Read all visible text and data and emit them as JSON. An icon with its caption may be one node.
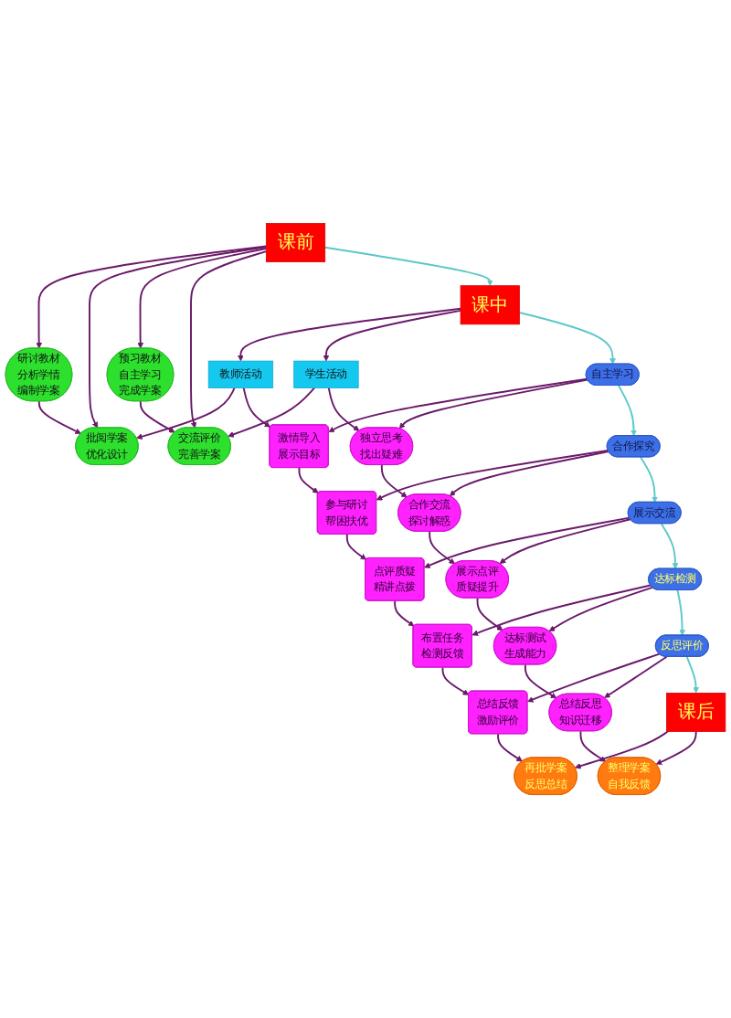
{
  "diagram": {
    "nodes": [
      {
        "text": [
          "课前"
        ]
      },
      {
        "text": [
          "研讨教材分析学情编制学案"
        ]
      },
      {
        "text": [
          "预习教材自主学习完成学案"
        ]
      },
      {
        "text": [
          "批阅学案优化设计"
        ]
      },
      {
        "text": [
          "交流评价完善学案"
        ]
      },
      {
        "text": [
          "课中"
        ]
      },
      {
        "text": [
          "教师活动"
        ]
      },
      {
        "text": [
          "学生活动"
        ]
      },
      {
        "text": [
          "激情导入展示目标"
        ]
      },
      {
        "text": [
          "自主学习"
        ]
      },
      {
        "text": [
          "独立思考找出疑难"
        ]
      },
      {
        "text": [
          "参与研讨帮困扶优"
        ]
      },
      {
        "text": [
          "合作探究"
        ]
      },
      {
        "text": [
          "合作交流探讨解惑"
        ]
      },
      {
        "text": [
          "点评质疑精讲点拨"
        ]
      },
      {
        "text": [
          "展示交流"
        ]
      },
      {
        "text": [
          "展示点评质疑提升"
        ]
      },
      {
        "text": [
          "布置任务检测反馈"
        ]
      },
      {
        "text": [
          "达标检测"
        ]
      },
      {
        "text": [
          "达标测试生成能力"
        ]
      },
      {
        "text": [
          "总结反馈激励评价"
        ]
      },
      {
        "text": [
          "反思评价"
        ]
      },
      {
        "text": [
          "总结反思知识迁移"
        ]
      },
      {
        "text": [
          "再批学案反思总结"
        ]
      },
      {
        "text": [
          "课后"
        ]
      },
      {
        "text": [
          "整理学案自我反馈"
        ]
      }
    ],
    "edges": [
      {
        "from": 0,
        "to": 1,
        "arrow": "to"
      },
      {
        "from": 0,
        "to": 3,
        "arrow": "to"
      },
      {
        "from": 0,
        "to": 2,
        "arrow": "to"
      },
      {
        "from": 0,
        "to": 4,
        "arrow": "to"
      },
      {
        "from": 1,
        "to": 3,
        "arrow": "to"
      },
      {
        "from": 2,
        "to": 4,
        "arrow": "to"
      },
      {
        "from": 0,
        "to": 5,
        "arrow": "to",
        "color": "#5cc8c8"
      },
      {
        "from": 5,
        "to": 6,
        "arrow": "to"
      },
      {
        "from": 5,
        "to": 7,
        "arrow": "to"
      },
      {
        "from": 6,
        "to": 3,
        "arrow": "to"
      },
      {
        "from": 7,
        "to": 4,
        "arrow": "to"
      },
      {
        "from": 6,
        "to": 8,
        "arrow": "to"
      },
      {
        "from": 7,
        "to": 10,
        "arrow": "to"
      },
      {
        "from": 5,
        "to": 9,
        "arrow": "to",
        "color": "#5cc8c8"
      },
      {
        "from": 9,
        "to": 8,
        "arrow": "to"
      },
      {
        "from": 9,
        "to": 10,
        "arrow": "to"
      },
      {
        "from": 8,
        "to": 11,
        "arrow": "to"
      },
      {
        "from": 10,
        "to": 13,
        "arrow": "to"
      },
      {
        "from": 9,
        "to": 12,
        "arrow": "to",
        "color": "#5cc8c8"
      },
      {
        "from": 12,
        "to": 11,
        "arrow": "to"
      },
      {
        "from": 12,
        "to": 13,
        "arrow": "to"
      },
      {
        "from": 11,
        "to": 14,
        "arrow": "to"
      },
      {
        "from": 13,
        "to": 16,
        "arrow": "to"
      },
      {
        "from": 12,
        "to": 15,
        "arrow": "to",
        "color": "#5cc8c8"
      },
      {
        "from": 15,
        "to": 14,
        "arrow": "to"
      },
      {
        "from": 15,
        "to": 16,
        "arrow": "to"
      },
      {
        "from": 14,
        "to": 17,
        "arrow": "to"
      },
      {
        "from": 16,
        "to": 19,
        "arrow": "to"
      },
      {
        "from": 15,
        "to": 18,
        "arrow": "to",
        "color": "#5cc8c8"
      },
      {
        "from": 18,
        "to": 17,
        "arrow": "to"
      },
      {
        "from": 18,
        "to": 19,
        "arrow": "to"
      },
      {
        "from": 17,
        "to": 20,
        "arrow": "to"
      },
      {
        "from": 19,
        "to": 22,
        "arrow": "to"
      },
      {
        "from": 18,
        "to": 21,
        "arrow": "to",
        "color": "#5cc8c8"
      },
      {
        "from": 21,
        "to": 20,
        "arrow": "to"
      },
      {
        "from": 21,
        "to": 22,
        "arrow": "to"
      },
      {
        "from": 20,
        "to": 23,
        "arrow": "to"
      },
      {
        "from": 22,
        "to": 25,
        "arrow": "to"
      },
      {
        "from": 21,
        "to": 24,
        "arrow": "to",
        "color": "#5cc8c8"
      },
      {
        "from": 24,
        "to": 23,
        "arrow": "to"
      },
      {
        "from": 24,
        "to": 25,
        "arrow": "to"
      }
    ]
  }
}
